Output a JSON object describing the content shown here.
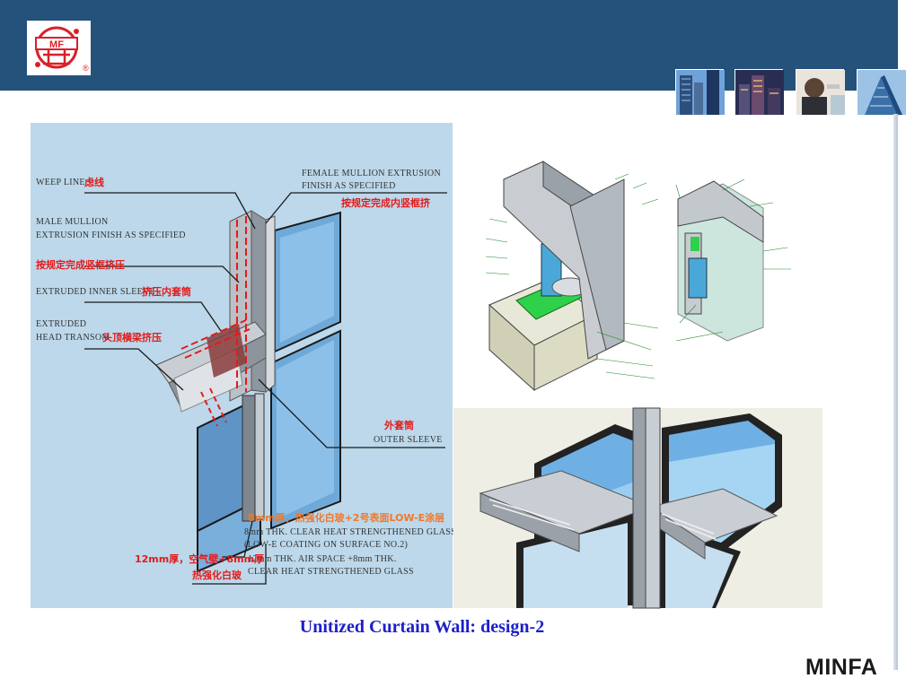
{
  "header": {
    "logo_text": "MF",
    "logo_mark": "®",
    "thumbnails": [
      "skyscraper-photo",
      "city-night-photo",
      "business-call-photo",
      "glass-tower-photo"
    ],
    "colors": {
      "band": "#24527a",
      "logo_red": "#d8202a"
    }
  },
  "left_diagram": {
    "labels": {
      "weep_line": "WEEP LINE",
      "weep_line_cn": "虑线",
      "female_mullion_1": "FEMALE MULLION EXTRUSION",
      "female_mullion_2": "FINISH AS SPECIFIED",
      "female_mullion_cn": "按规定完成内竖框挤",
      "male_mullion_1": "MALE MULLION",
      "male_mullion_2": "EXTRUSION FINISH AS SPECIFIED",
      "male_mullion_cn": "按规定完成竖框挤压",
      "inner_sleeve": "EXTRUDED INNER SLEEVE",
      "inner_sleeve_cn": "挤压内套筒",
      "head_transom_1": "EXTRUDED",
      "head_transom_2": "HEAD TRANSOM",
      "head_transom_cn": "头顶横梁挤压",
      "outer_sleeve_cn": "外套筒",
      "outer_sleeve": "OUTER SLEEVE",
      "glass_cn": "8mm厚，热强化白玻+2号表面LOW-E涂层",
      "glass_1": "8mm THK. CLEAR HEAT STRENGTHENED GLASS +",
      "glass_2": "(LOW-E COATING ON SURFACE NO.2)",
      "air_1": "12mm THK. AIR SPACE +8mm THK.",
      "air_2": "CLEAR  HEAT STRENGTHENED GLASS",
      "air_cn_1": "12mm厚，空气壁+8mm厚",
      "air_cn_2": "热强化白玻"
    }
  },
  "caption": "Unitized Curtain Wall: design-2",
  "brand": "MINFA"
}
